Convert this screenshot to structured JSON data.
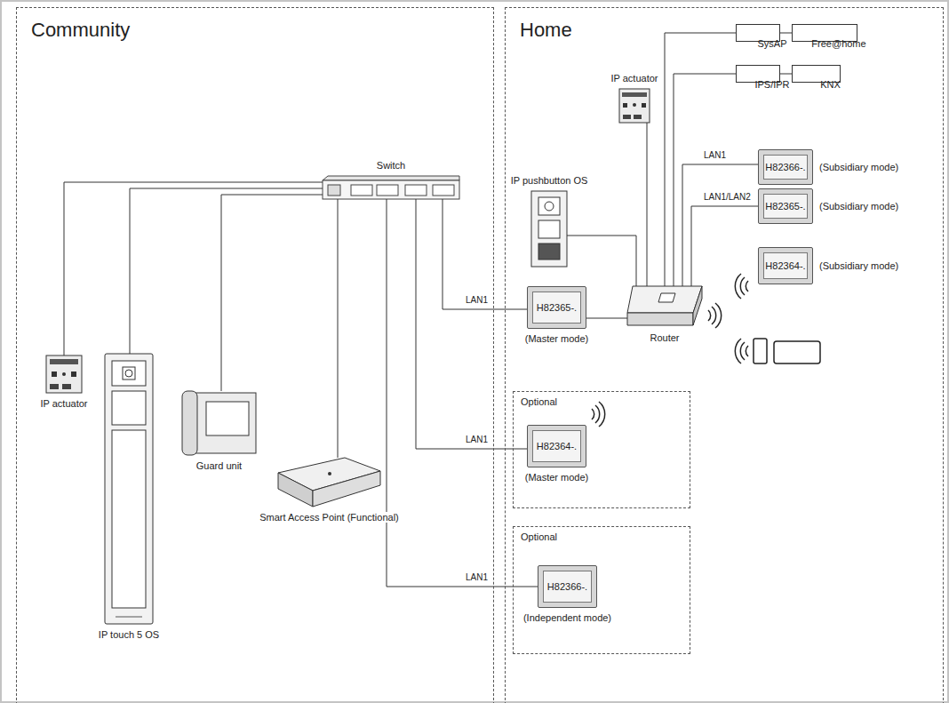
{
  "diagram": {
    "nodes": [
      {
        "text": [
          "Community"
        ]
      },
      {
        "text": [
          "Home"
        ]
      },
      {
        "text": [
          "Switch"
        ],
        "in": 0
      },
      {
        "text": [
          "IP actuator"
        ],
        "in": 0
      },
      {
        "text": [
          "IP touch 5 OS"
        ],
        "in": 0
      },
      {
        "text": [
          "Guard unit"
        ],
        "in": 0
      },
      {
        "text": [
          "Smart Access Point (Functional)"
        ],
        "in": 0
      },
      {
        "text": [
          "SysAP"
        ],
        "in": 1
      },
      {
        "text": [
          "Free@home"
        ],
        "in": 1
      },
      {
        "text": [
          "IPS/IPR"
        ],
        "in": 1
      },
      {
        "text": [
          "KNX"
        ],
        "in": 1
      },
      {
        "text": [
          "IP actuator"
        ],
        "in": 1
      },
      {
        "text": [
          "IP pushbutton OS"
        ],
        "in": 1
      },
      {
        "text": [
          "H82366-.",
          "(Subsidiary mode)"
        ],
        "in": 1
      },
      {
        "text": [
          "H82365-.",
          "(Subsidiary mode)"
        ],
        "in": 1
      },
      {
        "text": [
          "H82364-.",
          "(Subsidiary mode)"
        ],
        "in": 1
      },
      {
        "text": [
          "H82365-.",
          "(Master mode)"
        ],
        "in": 1
      },
      {
        "text": [
          "Router"
        ],
        "in": 1
      },
      {
        "text": [
          "Optional"
        ],
        "in": 1
      },
      {
        "text": [
          "H82364-.",
          "(Master mode)"
        ],
        "in": 18
      },
      {
        "text": [
          "Optional"
        ],
        "in": 1
      },
      {
        "text": [
          "H82366-.",
          "(Independent mode)"
        ],
        "in": 20
      }
    ],
    "edges": [
      {
        "from": 2,
        "to": 3,
        "arrow": "none"
      },
      {
        "from": 2,
        "to": 4,
        "arrow": "none"
      },
      {
        "from": 2,
        "to": 5,
        "arrow": "none"
      },
      {
        "from": 2,
        "to": 6,
        "arrow": "none"
      },
      {
        "from": 2,
        "to": 16,
        "label": "LAN1",
        "arrow": "none"
      },
      {
        "from": 2,
        "to": 19,
        "label": "LAN1",
        "arrow": "none"
      },
      {
        "from": 2,
        "to": 21,
        "label": "LAN1",
        "arrow": "none"
      },
      {
        "from": 16,
        "to": 17,
        "arrow": "none"
      },
      {
        "from": 12,
        "to": 17,
        "arrow": "none"
      },
      {
        "from": 11,
        "to": 17,
        "arrow": "none"
      },
      {
        "from": 17,
        "to": 7,
        "arrow": "none"
      },
      {
        "from": 7,
        "to": 8,
        "arrow": "none"
      },
      {
        "from": 17,
        "to": 9,
        "arrow": "none"
      },
      {
        "from": 9,
        "to": 10,
        "arrow": "none"
      },
      {
        "from": 17,
        "to": 13,
        "label": "LAN1",
        "arrow": "none"
      },
      {
        "from": 17,
        "to": 14,
        "label": "LAN1/LAN2",
        "arrow": "none"
      }
    ]
  }
}
